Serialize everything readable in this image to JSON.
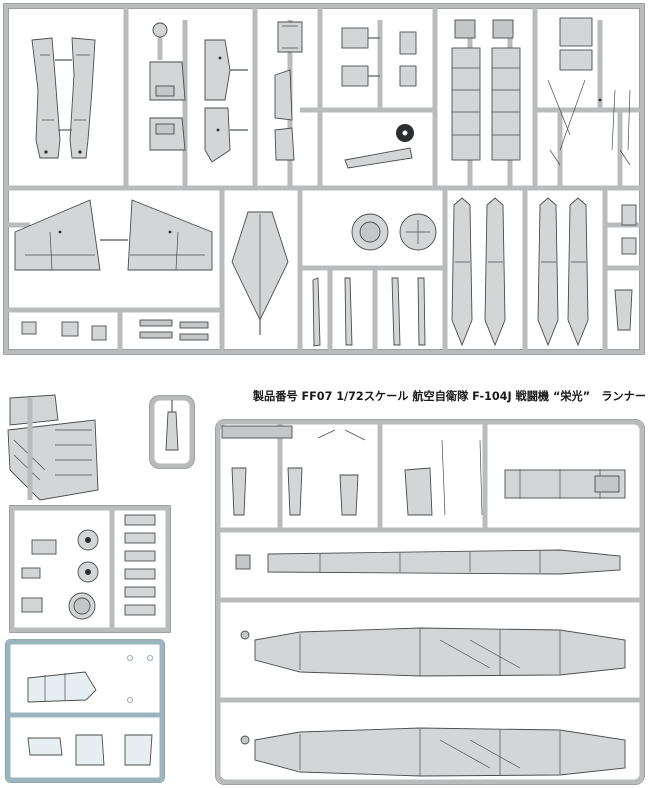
{
  "caption": "製品番号 FF07 1/72スケール 航空自衛隊 F-104J 戦闘機 “栄光”　ランナー",
  "colors": {
    "runner_gray": "#c8cacb",
    "runner_stroke": "#8e9193",
    "part_fill": "#d3d5d6",
    "part_stroke": "#4a4d50",
    "clear_runner": "#dce8ec",
    "clear_stroke": "#7b9aa6",
    "background": "#ffffff"
  },
  "icons": {
    "parts": "plastic-model-part-outline",
    "runner": "sprue-frame"
  }
}
